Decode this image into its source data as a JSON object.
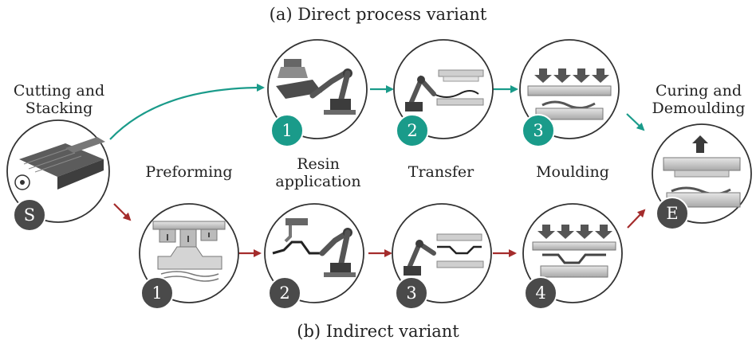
{
  "title_top": "(a) Direct process variant",
  "title_bottom": "(b) Indirect variant",
  "stage_labels": {
    "cutting": [
      "Cutting and",
      "Stacking"
    ],
    "preforming": "Preforming",
    "resin": [
      "Resin",
      "application"
    ],
    "transfer": "Transfer",
    "moulding": "Moulding",
    "curing": [
      "Curing and",
      "Demoulding"
    ]
  },
  "badges": {
    "start": "S",
    "end": "E",
    "direct": [
      "1",
      "2",
      "3"
    ],
    "indirect": [
      "1",
      "2",
      "3",
      "4"
    ]
  },
  "colors": {
    "direct": "#1a9b8a",
    "indirect": "#a42c2c",
    "badge_dark": "#4a4a4a",
    "outline": "#333333"
  }
}
